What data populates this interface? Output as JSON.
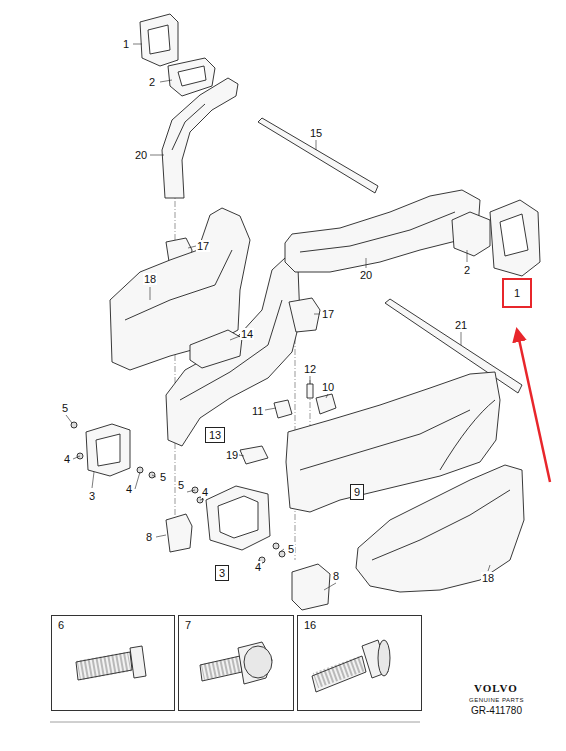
{
  "diagram": {
    "nodes": [
      {
        "text": [
          "1"
        ]
      },
      {
        "text": [
          "13"
        ]
      },
      {
        "text": [
          "9"
        ]
      },
      {
        "text": [
          "3"
        ]
      },
      {
        "text": [
          "6"
        ]
      },
      {
        "text": [
          "7"
        ]
      },
      {
        "text": [
          "16"
        ]
      }
    ],
    "labels": [
      "1",
      "2",
      "20",
      "15",
      "17",
      "18",
      "14",
      "17",
      "20",
      "2",
      "21",
      "12",
      "10",
      "11",
      "5",
      "4",
      "5",
      "4",
      "3",
      "5",
      "19",
      "4",
      "8",
      "5",
      "4",
      "8",
      "18",
      "VOLVO",
      "GENUINE PARTS",
      "GR-411780"
    ]
  }
}
